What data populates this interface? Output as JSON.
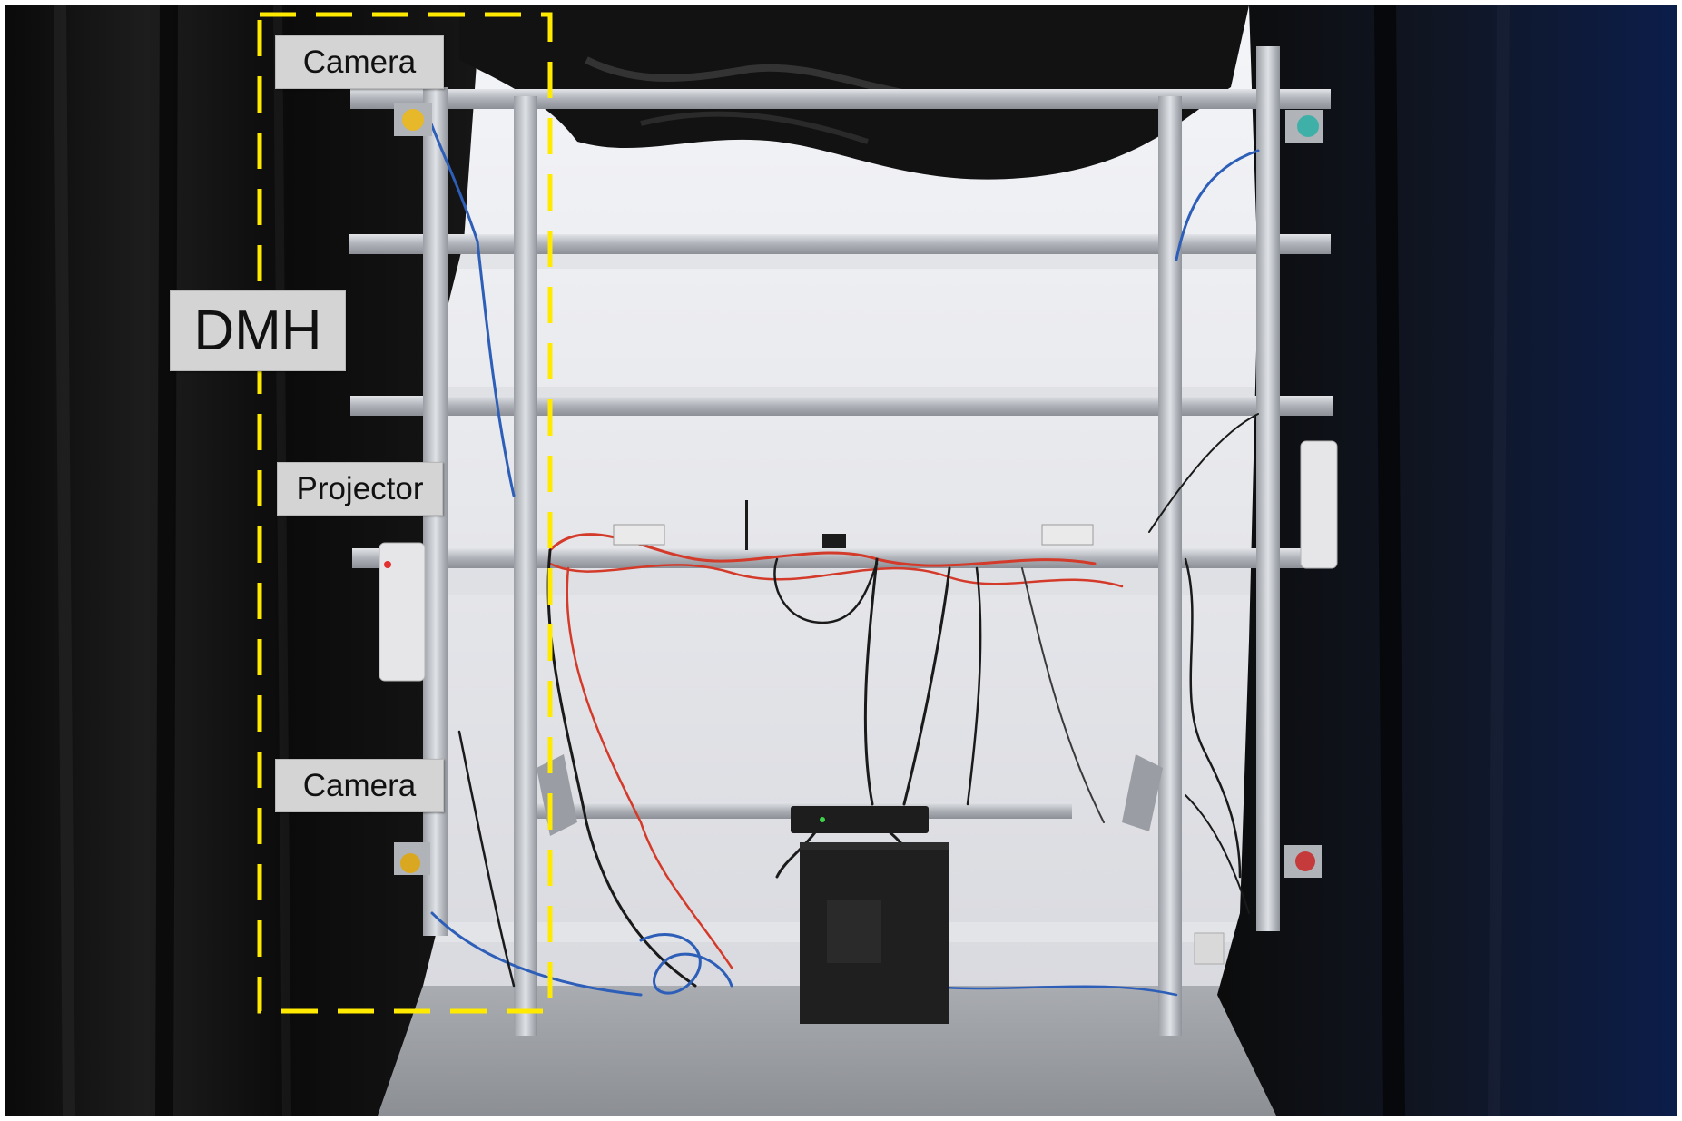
{
  "labels": {
    "camera_top": "Camera",
    "dmh": "DMH",
    "projector": "Projector",
    "camera_bottom": "Camera"
  },
  "colors": {
    "highlight_dash": "#ffea00",
    "curtain": "#0c0c0c",
    "wall": "#e9eaee",
    "aluminium": "#c4c7cc",
    "floor": "#9b9ea3",
    "label_bg": "#d4d4d4"
  }
}
